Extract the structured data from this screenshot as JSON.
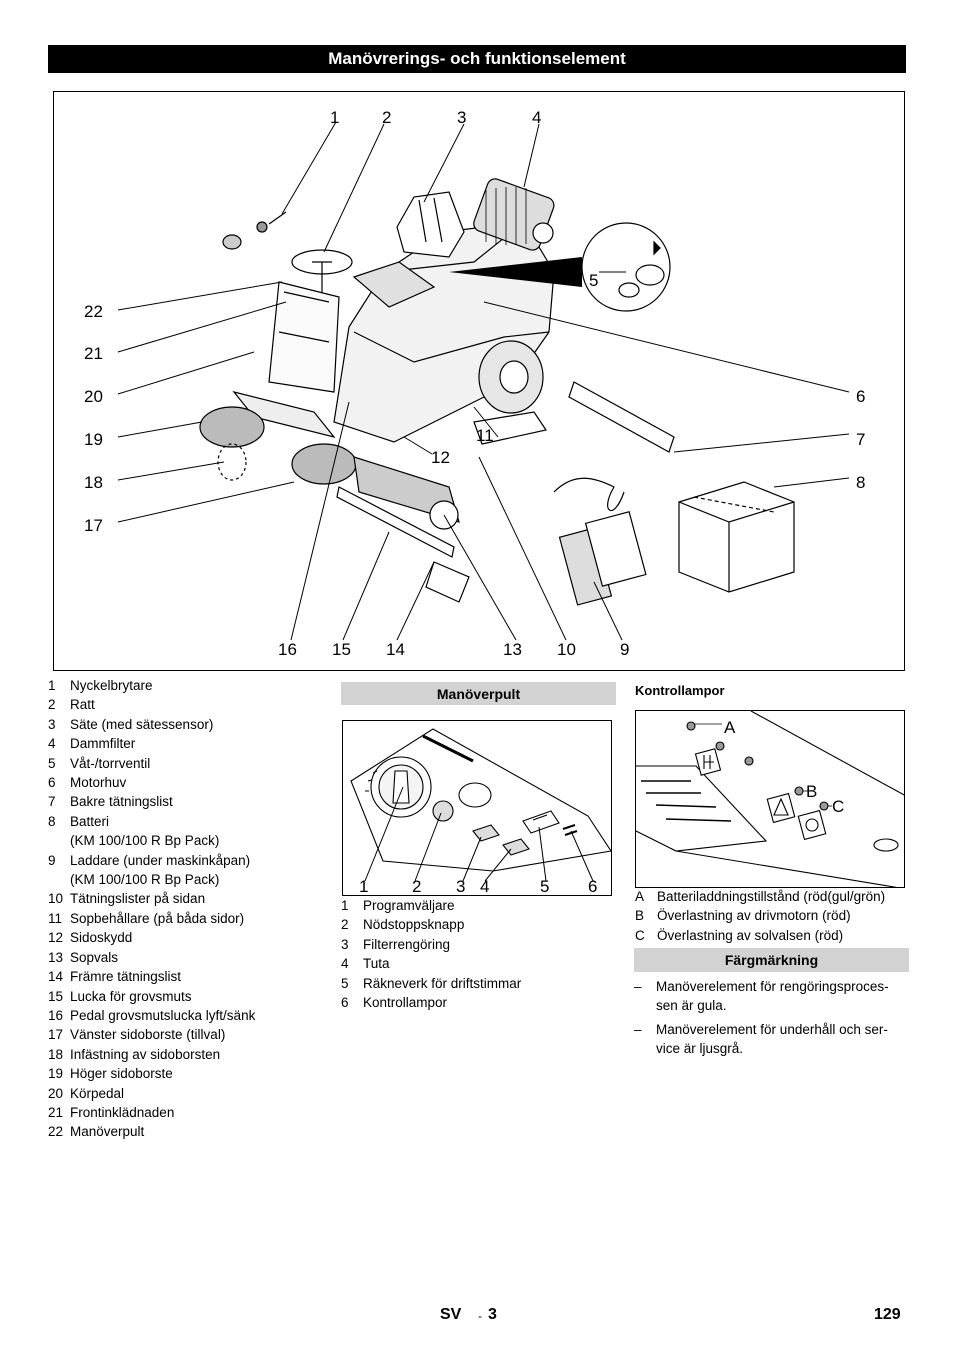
{
  "header": {
    "title": "Manövrerings- och funktionselement"
  },
  "main_figure": {
    "callouts": [
      "1",
      "2",
      "3",
      "4",
      "5",
      "6",
      "7",
      "8",
      "9",
      "10",
      "11",
      "12",
      "13",
      "14",
      "15",
      "16",
      "17",
      "18",
      "19",
      "20",
      "21",
      "22"
    ]
  },
  "parts_list": [
    {
      "num": "1",
      "label": "Nyckelbrytare"
    },
    {
      "num": "2",
      "label": "Ratt"
    },
    {
      "num": "3",
      "label": "Säte (med sätessensor)"
    },
    {
      "num": "4",
      "label": "Dammfilter"
    },
    {
      "num": "5",
      "label": "Våt-/torrventil"
    },
    {
      "num": "6",
      "label": "Motorhuv"
    },
    {
      "num": "7",
      "label": "Bakre tätningslist"
    },
    {
      "num": "8",
      "label": "Batteri",
      "sub": "(KM 100/100 R Bp Pack)"
    },
    {
      "num": "9",
      "label": "Laddare (under maskinkåpan)",
      "sub": "(KM 100/100 R Bp Pack)"
    },
    {
      "num": "10",
      "label": "Tätningslister på sidan"
    },
    {
      "num": "11",
      "label": "Sopbehållare (på båda sidor)"
    },
    {
      "num": "12",
      "label": "Sidoskydd"
    },
    {
      "num": "13",
      "label": "Sopvals"
    },
    {
      "num": "14",
      "label": "Främre tätningslist"
    },
    {
      "num": "15",
      "label": "Lucka för grovsmuts"
    },
    {
      "num": "16",
      "label": "Pedal grovsmutslucka lyft/sänk"
    },
    {
      "num": "17",
      "label": "Vänster sidoborste (tillval)"
    },
    {
      "num": "18",
      "label": "Infästning av sidoborsten"
    },
    {
      "num": "19",
      "label": "Höger sidoborste"
    },
    {
      "num": "20",
      "label": "Körpedal"
    },
    {
      "num": "21",
      "label": "Frontinklädnaden"
    },
    {
      "num": "22",
      "label": "Manöverpult"
    }
  ],
  "control_panel": {
    "heading": "Manöverpult",
    "callouts": [
      "1",
      "2",
      "3",
      "4",
      "5",
      "6"
    ],
    "items": [
      {
        "num": "1",
        "label": "Programväljare"
      },
      {
        "num": "2",
        "label": "Nödstoppsknapp"
      },
      {
        "num": "3",
        "label": "Filterrengöring"
      },
      {
        "num": "4",
        "label": "Tuta"
      },
      {
        "num": "5",
        "label": "Räkneverk för driftstimmar"
      },
      {
        "num": "6",
        "label": "Kontrollampor"
      }
    ]
  },
  "indicator_lamps": {
    "heading": "Kontrollampor",
    "callouts": [
      "A",
      "B",
      "C"
    ],
    "items": [
      {
        "num": "A",
        "label": "Batteriladdningstillstånd (röd(gul/grön)"
      },
      {
        "num": "B",
        "label": "Överlastning av drivmotorn (röd)"
      },
      {
        "num": "C",
        "label": "Överlastning av solvalsen (röd)"
      }
    ]
  },
  "color_coding": {
    "heading": "Färgmärkning",
    "items": [
      {
        "dash": "–",
        "line1": "Manöverelement för rengöringsproces-",
        "line2": "sen är gula."
      },
      {
        "dash": "–",
        "line1": "Manöverelement för underhåll och ser-",
        "line2": "vice är ljusgrå."
      }
    ]
  },
  "footer": {
    "lang": "SV",
    "sep": "-",
    "page_in_lang": "3",
    "page_number": "129"
  }
}
